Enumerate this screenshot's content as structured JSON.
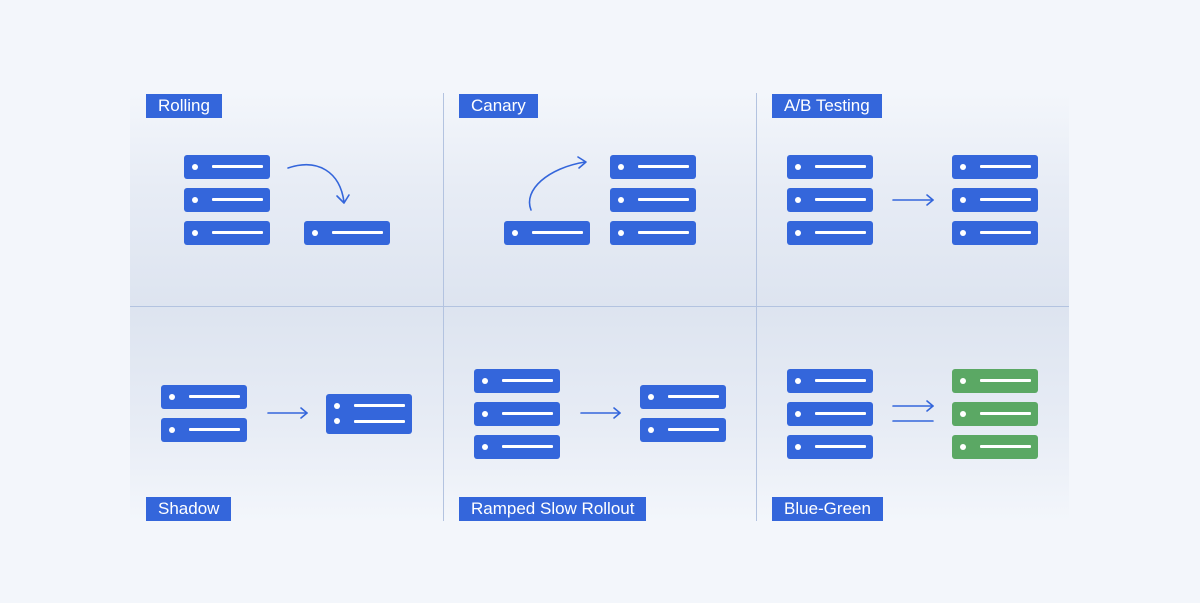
{
  "strategies": [
    {
      "id": "rolling",
      "label": "Rolling"
    },
    {
      "id": "canary",
      "label": "Canary"
    },
    {
      "id": "ab-testing",
      "label": "A/B Testing"
    },
    {
      "id": "shadow",
      "label": "Shadow"
    },
    {
      "id": "ramped-slow-rollout",
      "label": "Ramped Slow Rollout"
    },
    {
      "id": "blue-green",
      "label": "Blue-Green"
    }
  ],
  "colors": {
    "server": "#3466db",
    "server_new": "#5ba864",
    "label_bg": "#3466db",
    "arrow": "#3466db",
    "divider": "#b3c3e0"
  },
  "icons": {
    "server": "server-icon",
    "arrow": "arrow-right-icon"
  }
}
